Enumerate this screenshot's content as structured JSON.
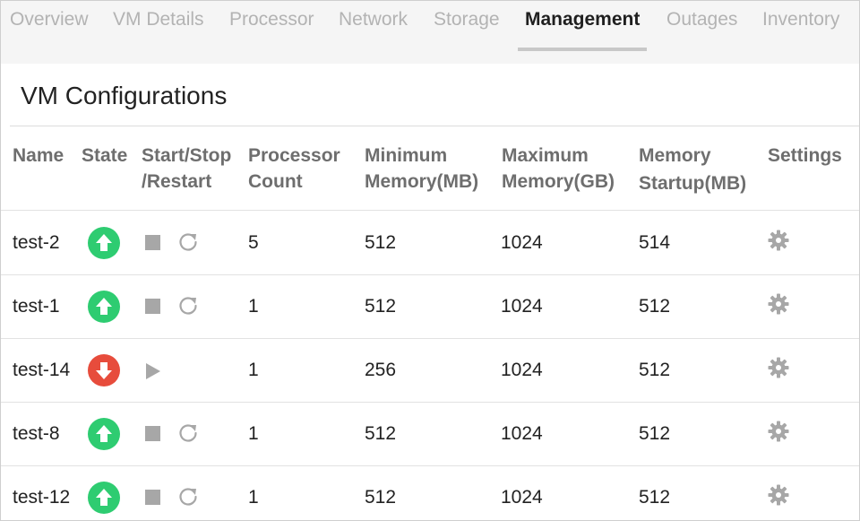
{
  "tabs": [
    {
      "label": "Overview",
      "active": false
    },
    {
      "label": "VM Details",
      "active": false
    },
    {
      "label": "Processor",
      "active": false
    },
    {
      "label": "Network",
      "active": false
    },
    {
      "label": "Storage",
      "active": false
    },
    {
      "label": "Management",
      "active": true
    },
    {
      "label": "Outages",
      "active": false
    },
    {
      "label": "Inventory",
      "active": false
    }
  ],
  "section_title": "VM Configurations",
  "columns": {
    "name": "Name",
    "state": "State",
    "start_stop_l1": "Start/Stop",
    "start_stop_l2": "/Restart",
    "proc_l1": "Processor",
    "proc_l2": "Count",
    "min_l1": "Minimum",
    "min_l2": "Memory(MB)",
    "max_l1": "Maximum",
    "max_l2": "Memory(GB)",
    "startup_l1": "Memory",
    "startup_l2": "Startup(MB)",
    "settings": "Settings"
  },
  "rows": [
    {
      "name": "test-2",
      "state": "up",
      "processor_count": "5",
      "min_memory": "512",
      "max_memory": "1024",
      "startup_memory": "514"
    },
    {
      "name": "test-1",
      "state": "up",
      "processor_count": "1",
      "min_memory": "512",
      "max_memory": "1024",
      "startup_memory": "512"
    },
    {
      "name": "test-14",
      "state": "down",
      "processor_count": "1",
      "min_memory": "256",
      "max_memory": "1024",
      "startup_memory": "512"
    },
    {
      "name": "test-8",
      "state": "up",
      "processor_count": "1",
      "min_memory": "512",
      "max_memory": "1024",
      "startup_memory": "512"
    },
    {
      "name": "test-12",
      "state": "up",
      "processor_count": "1",
      "min_memory": "512",
      "max_memory": "1024",
      "startup_memory": "512"
    }
  ],
  "colors": {
    "state_up": "#2ecc71",
    "state_down": "#e74c3c",
    "control_gray": "#a7a7a7"
  },
  "icons": {
    "state_up": "arrow-up-circle-icon",
    "state_down": "arrow-down-circle-icon",
    "stop": "stop-square-icon",
    "restart": "restart-icon",
    "start": "play-icon",
    "settings": "gear-icon"
  }
}
